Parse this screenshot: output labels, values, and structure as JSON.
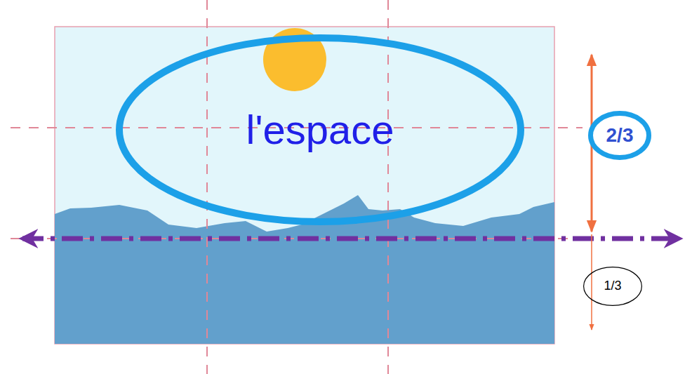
{
  "diagram": {
    "nodes": [
      {
        "text": [
          "l'espace"
        ]
      },
      {
        "text": [
          "2/3"
        ]
      },
      {
        "text": [
          "1/3"
        ]
      }
    ]
  }
}
